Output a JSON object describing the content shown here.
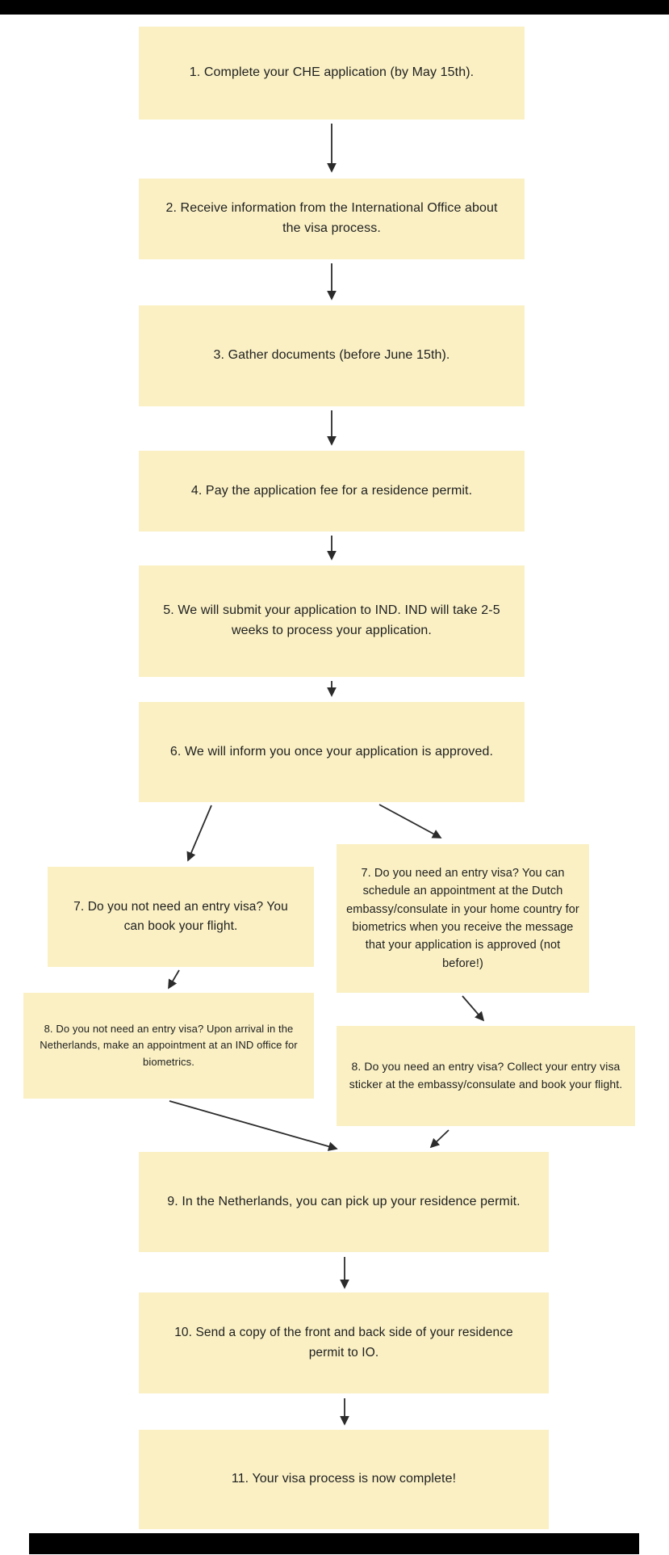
{
  "flowchart": {
    "steps": {
      "s1": "1. Complete your CHE application (by May 15th).",
      "s2": "2. Receive information from the International Office about the visa process.",
      "s3": "3. Gather documents (before June 15th).",
      "s4": "4. Pay the application fee for a residence permit.",
      "s5": "5. We will submit your application to IND. IND will take 2-5 weeks to process your application.",
      "s6": "6. We will inform you once your application is approved.",
      "s7_no_visa": "7. Do you not need an entry visa? You can book your flight.",
      "s7_visa": "7. Do you need an entry visa? You can schedule an appointment at the Dutch embassy/consulate in your home country for biometrics when you receive the message that your application is approved (not before!)",
      "s8_no_visa": "8. Do you not need an entry visa? Upon arrival in the Netherlands, make an appointment at an IND office for biometrics.",
      "s8_visa": "8. Do you need an entry visa? Collect your entry visa sticker at the embassy/consulate and book your flight.",
      "s9": "9. In the Netherlands, you can pick up your residence permit.",
      "s10": "10. Send a copy of the front and back side of your residence permit to IO.",
      "s11": "11. Your visa process is now complete!"
    },
    "colors": {
      "box_fill": "#FAF0C4",
      "text": "#1F1F1F",
      "arrow": "#2B2B2B",
      "bar": "#000000",
      "background": "#FFFFFF"
    }
  }
}
